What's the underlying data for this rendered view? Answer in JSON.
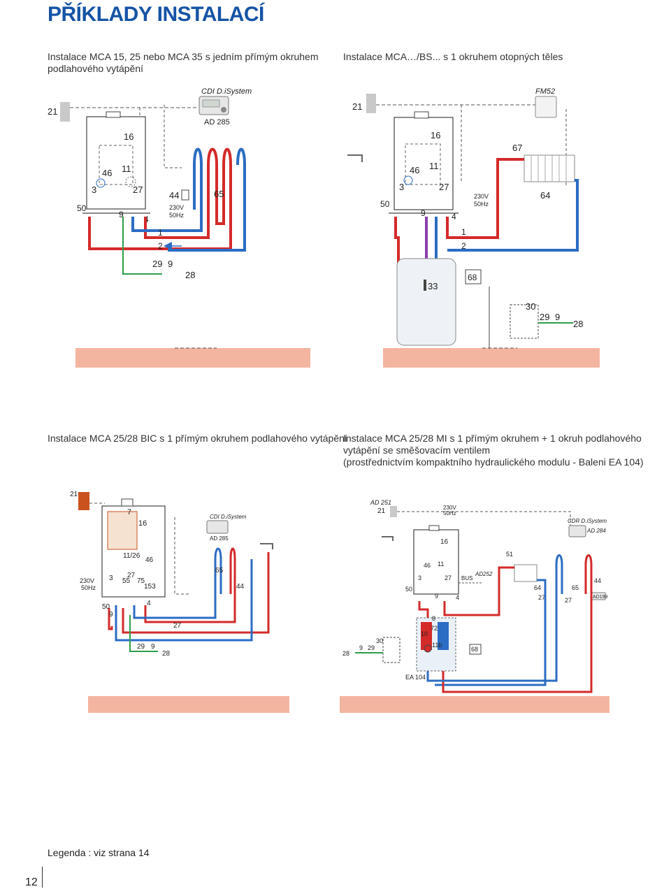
{
  "page": {
    "title": "PŘÍKLADY INSTALACÍ",
    "number": "12",
    "legend": "Legenda : viz strana 14"
  },
  "colors": {
    "title": "#1553a6",
    "hot_pipe": "#d42a2a",
    "cold_pipe": "#2b6cc4",
    "drain_pipe": "#2e9e4a",
    "floor": "#f4b5a0",
    "control": "#555555"
  },
  "diagram1": {
    "caption_line1": "Instalace MCA 15, 25 nebo MCA 35 s jedním přímým okruhem",
    "caption_line2": "podlahového vytápění",
    "controller": "CDI D.iSystem",
    "module": "AD 285",
    "labels": {
      "l21": "21",
      "l16": "16",
      "l46": "46",
      "l11": "11",
      "l3": "3",
      "l27": "27",
      "l44": "44",
      "l65": "65",
      "l50": "50",
      "l9": "9",
      "l4": "4",
      "voltage": "230V",
      "freq": "50Hz",
      "l1": "1",
      "l2": "2",
      "l29": "29",
      "l9b": "9",
      "l28": "28"
    }
  },
  "diagram2": {
    "caption": "Instalace MCA…/BS... s 1 okruhem otopných těles",
    "controller": "FM52",
    "labels": {
      "l21": "21",
      "l16": "16",
      "l67": "67",
      "l46": "46",
      "l11": "11",
      "l3": "3",
      "l27": "27",
      "l50": "50",
      "l9": "9",
      "l4": "4",
      "voltage": "230V",
      "freq": "50Hz",
      "l64": "64",
      "l1": "1",
      "l2": "2",
      "l33": "33",
      "l68": "68",
      "l30": "30",
      "l29": "29",
      "l9b": "9",
      "l28": "28"
    }
  },
  "diagram3": {
    "caption": "Instalace MCA 25/28 BIC s 1 přímým okruhem podlahového vytápění",
    "controller": "CDI D.iSystem",
    "module": "AD 285",
    "labels": {
      "l21": "21",
      "l7": "7",
      "l16": "16",
      "l1126": "11/26",
      "l46": "46",
      "l3": "3",
      "l27": "27",
      "l55": "55",
      "l75": "75",
      "l153": "153",
      "l65": "65",
      "l44": "44",
      "voltage": "230V",
      "freq": "50Hz",
      "l50": "50",
      "l9": "9",
      "l4": "4",
      "l27b": "27",
      "l29": "29",
      "l9b": "9",
      "l28": "28"
    }
  },
  "diagram4": {
    "caption_line1": "Instalace MCA 25/28 MI s 1 přímým okruhem + 1 okruh podlahového",
    "caption_line2": "vytápění se směšovacím ventilem",
    "caption_line3": "(prostřednictvím kompaktního hydraulického modulu - Baleni EA 104)",
    "controller": "CDR D.iSystem",
    "labels": {
      "ad251": "AD 251",
      "l21": "21",
      "voltage": "230V",
      "freq": "50Hz",
      "ad284": "AD 284",
      "l16": "16",
      "l51": "51",
      "l46": "46",
      "l11": "11",
      "l3": "3",
      "l27": "27",
      "bus": "BUS",
      "ad252": "AD252",
      "l50": "50",
      "l9": "9",
      "l4": "4",
      "l64": "64",
      "l65": "65",
      "l44": "44",
      "l27b": "27",
      "l27c": "27",
      "ad199": "AD199",
      "l8": "8",
      "l72": "72",
      "l10": "10",
      "l11b": "11b",
      "l30": "30",
      "l29": "29",
      "l9b": "9",
      "l28": "28",
      "l68": "68",
      "ea104": "EA 104"
    }
  }
}
